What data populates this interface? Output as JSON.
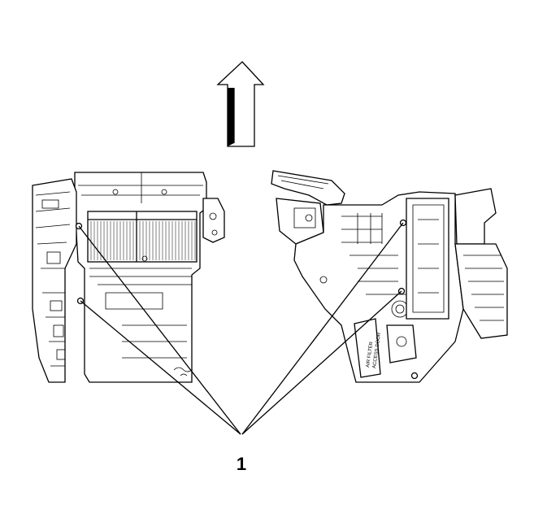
{
  "figure": {
    "callout_number": "1",
    "label_line1": "AIR FILTER",
    "label_line2": "ACCESS DOOR",
    "arrow": "up-arrow"
  }
}
